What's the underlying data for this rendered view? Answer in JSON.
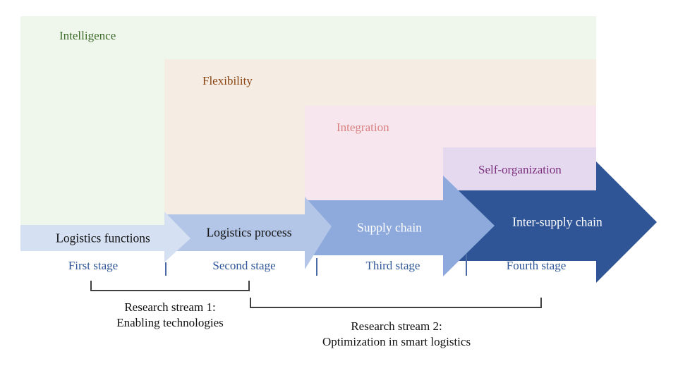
{
  "panels": [
    {
      "label": "Intelligence",
      "bg": "#eff6ec",
      "color": "#3e6b2a"
    },
    {
      "label": "Flexibility",
      "bg": "#f5ede3",
      "color": "#8b4513"
    },
    {
      "label": "Integration",
      "bg": "#f8e6ef",
      "color": "#d98080"
    },
    {
      "label": "Self-organization",
      "bg": "#e5d9f0",
      "color": "#7a2f7a"
    }
  ],
  "arrows": [
    {
      "label": "Logistics functions",
      "fill": "#d6e0f3",
      "text_color": "#111111"
    },
    {
      "label": "Logistics process",
      "fill": "#b3c6e8",
      "text_color": "#111111"
    },
    {
      "label": "Supply chain",
      "fill": "#8eaadc",
      "text_color": "#ffffff"
    },
    {
      "label": "Inter-supply chain",
      "fill": "#2f5597",
      "text_color": "#ffffff"
    }
  ],
  "stages": [
    "First stage",
    "Second stage",
    "Third stage",
    "Fourth stage"
  ],
  "streams": [
    {
      "line1": "Research stream 1:",
      "line2": "Enabling technologies"
    },
    {
      "line1": "Research stream 2:",
      "line2": "Optimization in smart logistics"
    }
  ]
}
